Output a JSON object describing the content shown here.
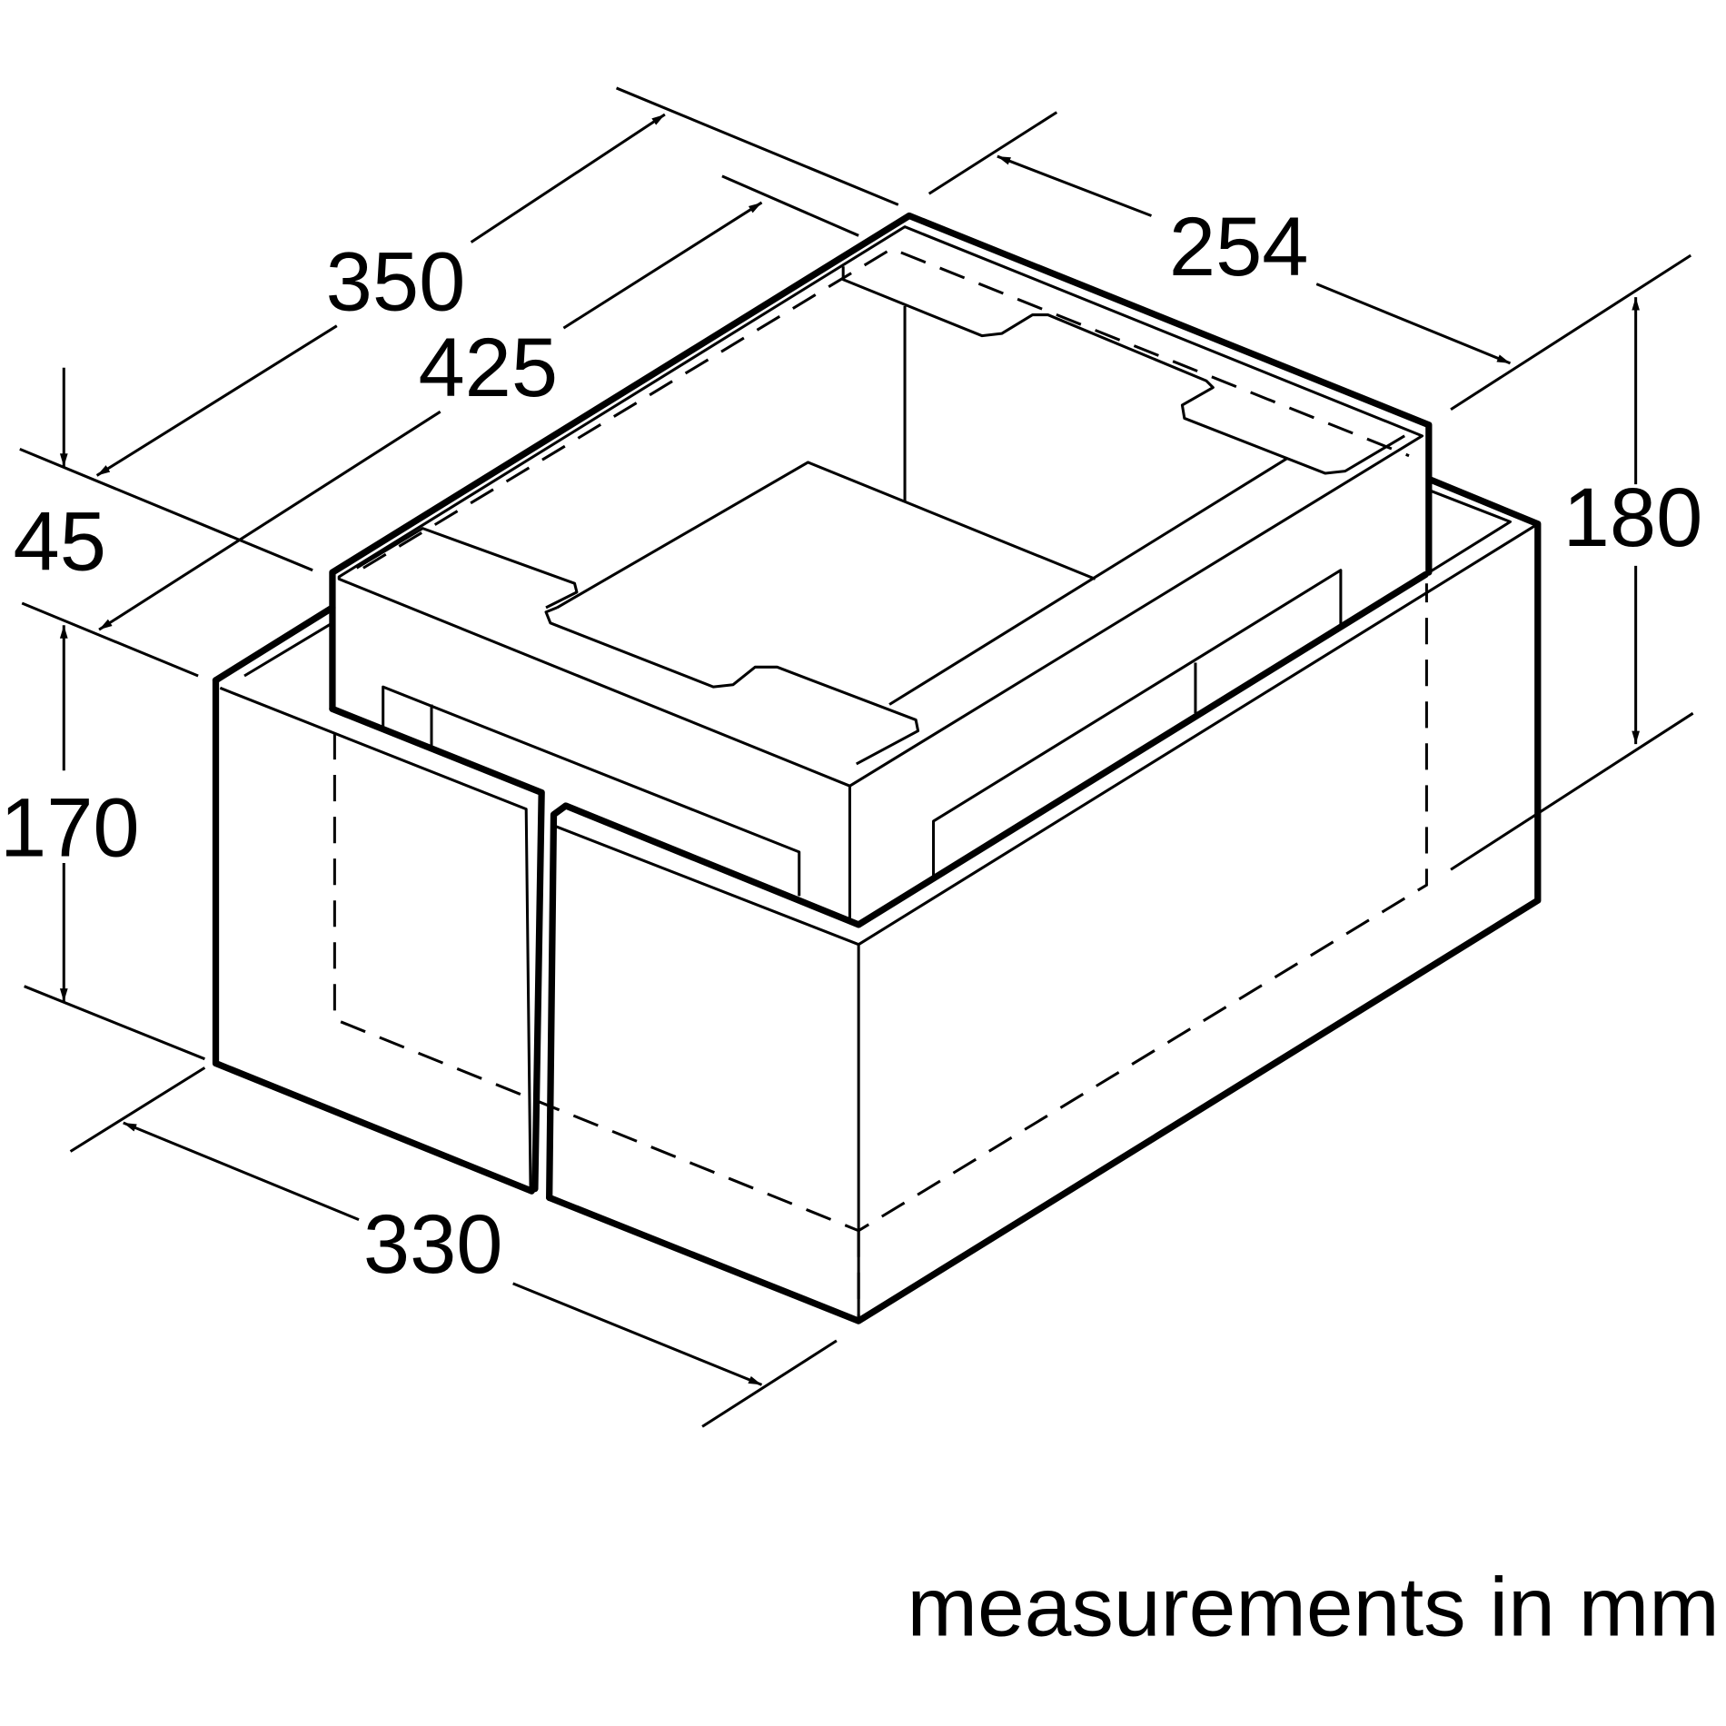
{
  "diagram": {
    "dimensions": {
      "d350": "350",
      "d425": "425",
      "d254": "254",
      "d45": "45",
      "d170": "170",
      "d180": "180",
      "d330": "330"
    },
    "unit_note": "measurements in mm"
  }
}
